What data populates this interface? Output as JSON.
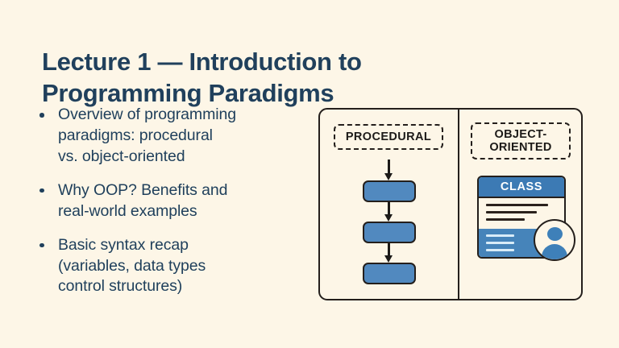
{
  "slide": {
    "background_color": "#fdf6e7",
    "text_color": "#20405c",
    "accent_blue": "#5189bf",
    "header_blue": "#3c7ab4",
    "outline_color": "#241f1c"
  },
  "title": {
    "line1": "Lecture 1 — Introduction to",
    "line2": "Programming Paradigms"
  },
  "bullets": [
    {
      "line1": "Overview of programming",
      "line2": "paradigms: procedural",
      "line3": "vs. object-oriented"
    },
    {
      "line1": "Why OOP? Benefits and",
      "line2": "real-world examples",
      "line3": ""
    },
    {
      "line1": "Basic syntax recap",
      "line2": "(variables, data types",
      "line3": "control structures)"
    }
  ],
  "diagram": {
    "left_panel": {
      "label": "PROCEDURAL",
      "steps": [
        "step-1",
        "step-2",
        "step-3"
      ],
      "arrows": 3
    },
    "right_panel": {
      "label_line1": "OBJECT-",
      "label_line2": "ORIENTED",
      "card": {
        "header": "CLASS",
        "attribute_lines": 3,
        "method_lines": 3
      },
      "avatar": "user-avatar"
    }
  }
}
